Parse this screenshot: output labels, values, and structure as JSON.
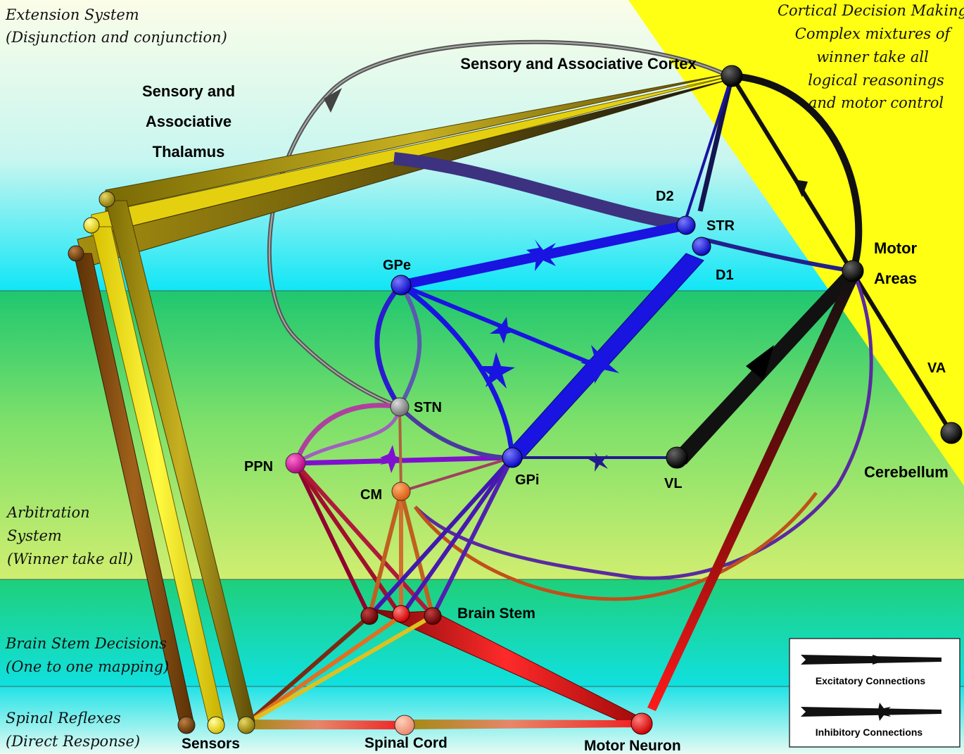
{
  "systems": {
    "extension": [
      "Extension System",
      "(Disjunction and conjunction)"
    ],
    "cortical": [
      "Cortical Decision Making",
      "Complex mixtures of",
      "winner take all",
      "logical reasonings",
      "and motor control"
    ],
    "arbitration": [
      "Arbitration",
      "System",
      "(Winner take all)"
    ],
    "brainstem": [
      "Brain Stem Decisions",
      "(One to one mapping)"
    ],
    "spinal": [
      "Spinal Reflexes",
      "(Direct Response)"
    ]
  },
  "nodes": {
    "cortex": "Sensory and Associative Cortex",
    "thalamus": [
      "Sensory and",
      "Associative",
      "Thalamus"
    ],
    "d2": "D2",
    "str": "STR",
    "d1": "D1",
    "motor": [
      "Motor",
      "Areas"
    ],
    "gpe": "GPe",
    "stn": "STN",
    "ppn": "PPN",
    "gpi": "GPi",
    "cm": "CM",
    "vl": "VL",
    "va": "VA",
    "cerebellum": "Cerebellum",
    "brainstem": "Brain Stem",
    "sensors": "Sensors",
    "spinal_cord": "Spinal Cord",
    "motor_neuron": "Motor Neuron"
  },
  "legend": {
    "excitatory": "Excitatory Connections",
    "inhibitory": "Inhibitory Connections"
  },
  "colors": {
    "dopamine_blue": "#1a14e0",
    "thalamic_olive": "#a08a10",
    "sensor_yellow": "#f5e000",
    "motor_red": "#e01010",
    "ppn_magenta": "#d01090",
    "cm_orange": "#e06a20",
    "cortex_black": "#111111",
    "cortical_zone_yellow": "#ffff10"
  }
}
